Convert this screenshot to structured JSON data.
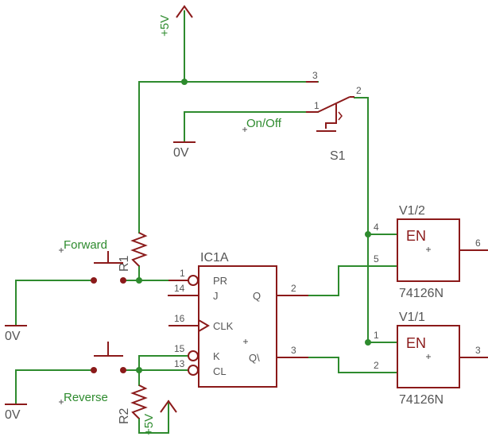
{
  "power": {
    "vcc_top": "+5V",
    "vcc_bottom": "+5V",
    "gnd": "0V"
  },
  "nets": {
    "forward": "Forward",
    "reverse": "Reverse",
    "on_off": "On/Off"
  },
  "switch": {
    "ref": "S1",
    "pins": [
      "1",
      "2",
      "3"
    ]
  },
  "resistors": {
    "r1": "R1",
    "r2": "R2"
  },
  "ic1a": {
    "ref": "IC1A",
    "pins": [
      {
        "name": "PR",
        "num": "1"
      },
      {
        "name": "J",
        "num": "14"
      },
      {
        "name": "CLK",
        "num": "16"
      },
      {
        "name": "K",
        "num": "15"
      },
      {
        "name": "CL",
        "num": "13"
      },
      {
        "name": "Q",
        "num": "2"
      },
      {
        "name": "Q\\",
        "num": "3"
      }
    ]
  },
  "buffers": [
    {
      "ref": "V1/2",
      "label": "EN",
      "part": "74126N",
      "pin_en": "4",
      "pin_in": "5",
      "pin_out": "6"
    },
    {
      "ref": "V1/1",
      "label": "EN",
      "part": "74126N",
      "pin_en": "1",
      "pin_in": "2",
      "pin_out": "3"
    }
  ]
}
